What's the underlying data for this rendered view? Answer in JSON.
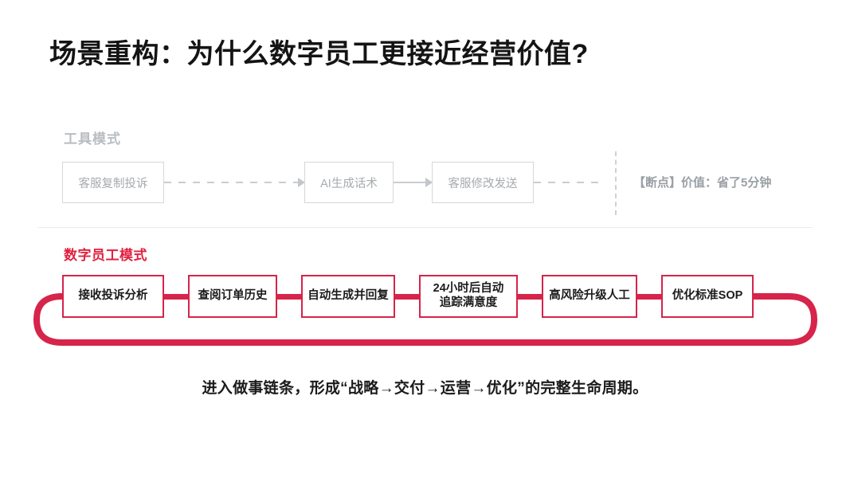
{
  "slide": {
    "title": "场景重构：为什么数字员工更接近经营价值?",
    "caption": "进入做事链条，形成“战略→交付→运营→优化”的完整生命周期。",
    "accent_color": "#d6244a",
    "label_red": "#e0213f",
    "muted_color": "#a6abaf"
  },
  "tool_mode": {
    "label": "工具模式",
    "steps": [
      {
        "text": "客服复制投诉"
      },
      {
        "text": "AI生成话术"
      },
      {
        "text": "客服修改发送"
      }
    ],
    "break_text": "【断点】价值：省了5分钟"
  },
  "digital_mode": {
    "label": "数字员工模式",
    "steps": [
      {
        "line1": "接收投诉分析",
        "line2": ""
      },
      {
        "line1": "查阅订单历史",
        "line2": ""
      },
      {
        "line1": "自动生成并回复",
        "line2": ""
      },
      {
        "line1": "24小时后自动",
        "line2": "追踪满意度"
      },
      {
        "line1": "高风险升级人工",
        "line2": ""
      },
      {
        "line1": "优化标准SOP",
        "line2": ""
      }
    ]
  }
}
